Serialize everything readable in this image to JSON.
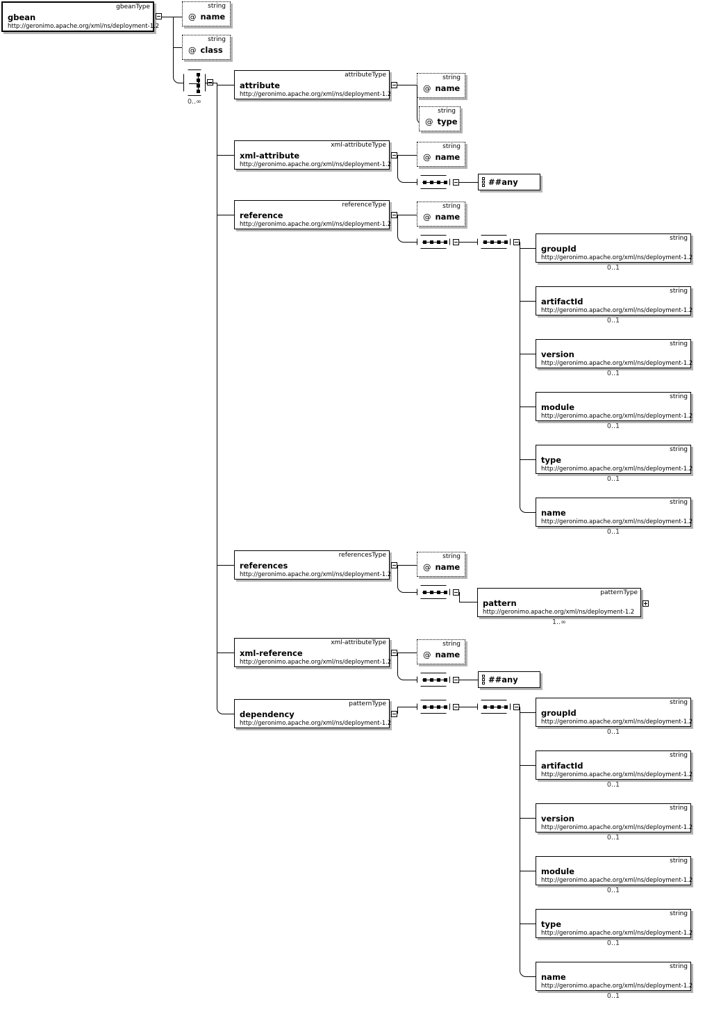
{
  "diagram": {
    "title": "gbeanType",
    "namespace": "http://geronimo.apache.org/xml/ns/deployment-1.2",
    "root": {
      "name": "gbean",
      "type": "gbeanType",
      "ns": "http://geronimo.apache.org/xml/ns/deployment-1.2"
    },
    "root_attributes": [
      {
        "marker": "@",
        "name": "name",
        "type": "string"
      },
      {
        "marker": "@",
        "name": "class",
        "type": "string"
      }
    ],
    "root_choice_cardinality": "0..∞",
    "children": [
      {
        "name": "attribute",
        "type": "attributeType",
        "ns": "http://geronimo.apache.org/xml/ns/deployment-1.2",
        "attributes": [
          {
            "marker": "@",
            "name": "name",
            "type": "string"
          },
          {
            "marker": "@",
            "name": "type",
            "type": "string"
          }
        ]
      },
      {
        "name": "xml-attribute",
        "type": "xml-attributeType",
        "ns": "http://geronimo.apache.org/xml/ns/deployment-1.2",
        "attributes": [
          {
            "marker": "@",
            "name": "name",
            "type": "string"
          }
        ],
        "any": "##any"
      },
      {
        "name": "reference",
        "type": "referenceType",
        "ns": "http://geronimo.apache.org/xml/ns/deployment-1.2",
        "attributes": [
          {
            "marker": "@",
            "name": "name",
            "type": "string"
          }
        ],
        "pattern_fields": [
          {
            "name": "groupId",
            "type": "string",
            "ns": "http://geronimo.apache.org/xml/ns/deployment-1.2",
            "card": "0..1"
          },
          {
            "name": "artifactId",
            "type": "string",
            "ns": "http://geronimo.apache.org/xml/ns/deployment-1.2",
            "card": "0..1"
          },
          {
            "name": "version",
            "type": "string",
            "ns": "http://geronimo.apache.org/xml/ns/deployment-1.2",
            "card": "0..1"
          },
          {
            "name": "module",
            "type": "string",
            "ns": "http://geronimo.apache.org/xml/ns/deployment-1.2",
            "card": "0..1"
          },
          {
            "name": "type",
            "type": "string",
            "ns": "http://geronimo.apache.org/xml/ns/deployment-1.2",
            "card": "0..1"
          },
          {
            "name": "name",
            "type": "string",
            "ns": "http://geronimo.apache.org/xml/ns/deployment-1.2",
            "card": "0..1"
          }
        ]
      },
      {
        "name": "references",
        "type": "referencesType",
        "ns": "http://geronimo.apache.org/xml/ns/deployment-1.2",
        "attributes": [
          {
            "marker": "@",
            "name": "name",
            "type": "string"
          }
        ],
        "pattern": {
          "name": "pattern",
          "type": "patternType",
          "ns": "http://geronimo.apache.org/xml/ns/deployment-1.2",
          "card": "1..∞",
          "expander": "+"
        }
      },
      {
        "name": "xml-reference",
        "type": "xml-attributeType",
        "ns": "http://geronimo.apache.org/xml/ns/deployment-1.2",
        "attributes": [
          {
            "marker": "@",
            "name": "name",
            "type": "string"
          }
        ],
        "any": "##any"
      },
      {
        "name": "dependency",
        "type": "patternType",
        "ns": "http://geronimo.apache.org/xml/ns/deployment-1.2",
        "pattern_fields": [
          {
            "name": "groupId",
            "type": "string",
            "ns": "http://geronimo.apache.org/xml/ns/deployment-1.2",
            "card": "0..1"
          },
          {
            "name": "artifactId",
            "type": "string",
            "ns": "http://geronimo.apache.org/xml/ns/deployment-1.2",
            "card": "0..1"
          },
          {
            "name": "version",
            "type": "string",
            "ns": "http://geronimo.apache.org/xml/ns/deployment-1.2",
            "card": "0..1"
          },
          {
            "name": "module",
            "type": "string",
            "ns": "http://geronimo.apache.org/xml/ns/deployment-1.2",
            "card": "0..1"
          },
          {
            "name": "type",
            "type": "string",
            "ns": "http://geronimo.apache.org/xml/ns/deployment-1.2",
            "card": "0..1"
          },
          {
            "name": "name",
            "type": "string",
            "ns": "http://geronimo.apache.org/xml/ns/deployment-1.2",
            "card": "0..1"
          }
        ]
      }
    ]
  }
}
